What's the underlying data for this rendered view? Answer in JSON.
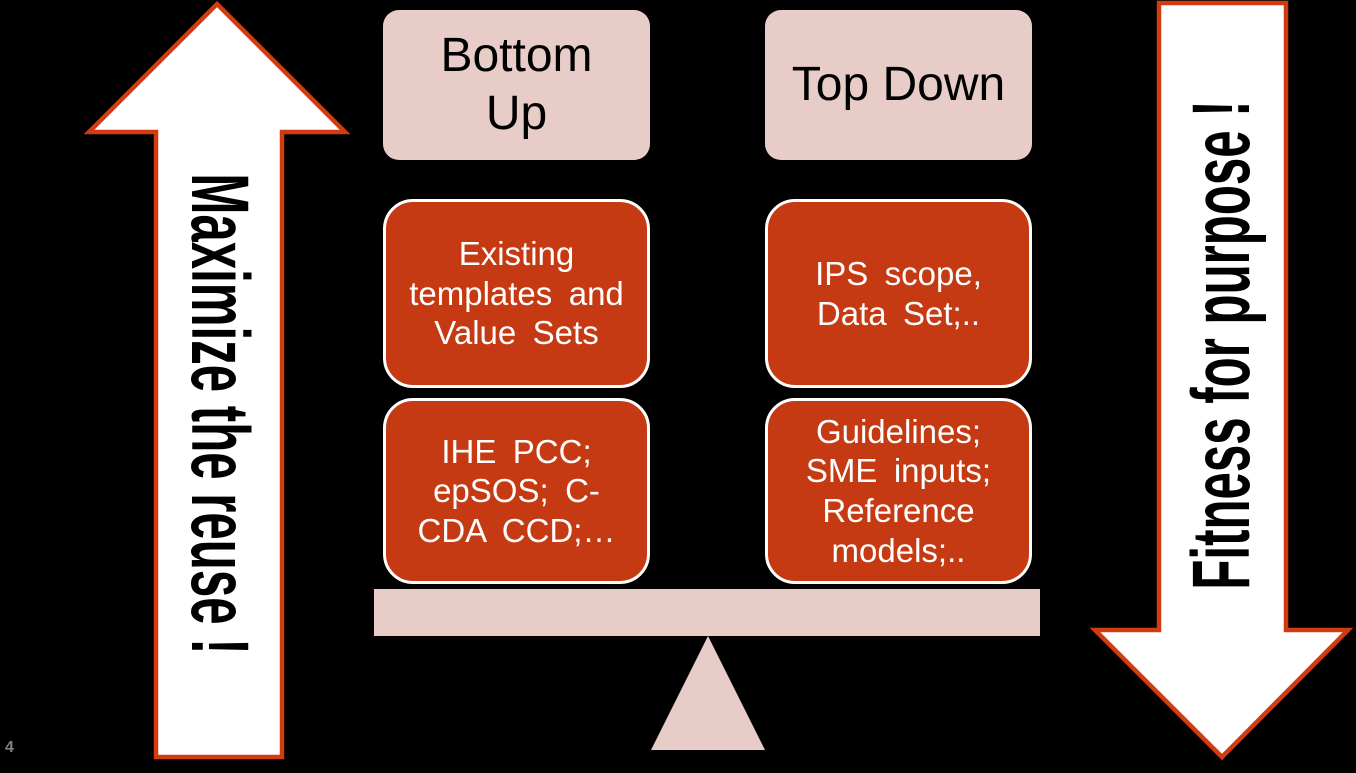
{
  "slide": {
    "page_number": "4"
  },
  "colors": {
    "background": "#000000",
    "pink": "#e8ccc7",
    "red": "#c53a12",
    "arrow_outline": "#d03c10",
    "arrow_fill": "#ffffff",
    "box_text": "#ffffff",
    "header_text": "#000000",
    "arrow_text": "#000000",
    "page_number_color": "#808080"
  },
  "left_arrow": {
    "direction": "up",
    "label": "Maximize the reuse !"
  },
  "right_arrow": {
    "direction": "down",
    "label": "Fitness for purpose !"
  },
  "columns": [
    {
      "header": "Bottom\nUp",
      "boxes": [
        "Existing\ntemplates and\nValue Sets",
        "IHE PCC;\nepSOS; C-\nCDA CCD;…"
      ]
    },
    {
      "header": "Top Down",
      "boxes": [
        "IPS scope,\nData Set;..",
        "Guidelines;\nSME inputs;\nReference\nmodels;.."
      ]
    }
  ]
}
